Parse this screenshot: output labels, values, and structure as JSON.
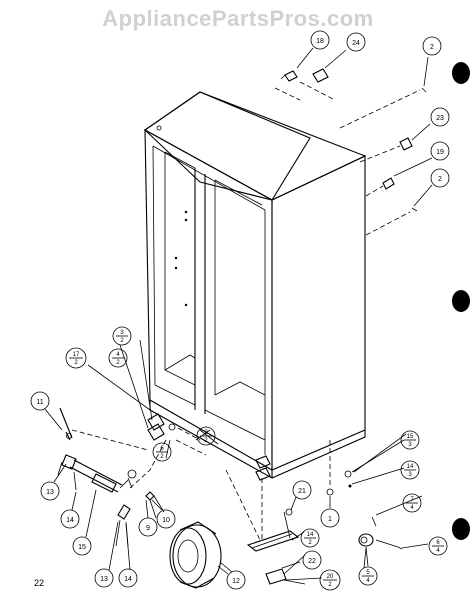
{
  "watermark": "AppliancePartsPros.com",
  "page_number": "22",
  "callouts": [
    {
      "id": "c18",
      "top": "18",
      "bottom": ""
    },
    {
      "id": "c24",
      "top": "24",
      "bottom": ""
    },
    {
      "id": "c2a",
      "top": "2",
      "bottom": ""
    },
    {
      "id": "c23",
      "top": "23",
      "bottom": ""
    },
    {
      "id": "c19",
      "top": "19",
      "bottom": ""
    },
    {
      "id": "c2b",
      "top": "2",
      "bottom": ""
    },
    {
      "id": "c3_2",
      "top": "3",
      "bottom": "2"
    },
    {
      "id": "c4_2",
      "top": "4",
      "bottom": "2"
    },
    {
      "id": "c17_2",
      "top": "17",
      "bottom": "2"
    },
    {
      "id": "c11",
      "top": "11",
      "bottom": ""
    },
    {
      "id": "c6_2",
      "top": "6",
      "bottom": "2"
    },
    {
      "id": "c2_2",
      "top": "2",
      "bottom": "2"
    },
    {
      "id": "c13a",
      "top": "13",
      "bottom": ""
    },
    {
      "id": "c14a",
      "top": "14",
      "bottom": ""
    },
    {
      "id": "c15",
      "top": "15",
      "bottom": ""
    },
    {
      "id": "c9",
      "top": "9",
      "bottom": ""
    },
    {
      "id": "c10",
      "top": "10",
      "bottom": ""
    },
    {
      "id": "c13b",
      "top": "13",
      "bottom": ""
    },
    {
      "id": "c14b",
      "top": "14",
      "bottom": ""
    },
    {
      "id": "c12",
      "top": "12",
      "bottom": ""
    },
    {
      "id": "c21",
      "top": "21",
      "bottom": ""
    },
    {
      "id": "c1",
      "top": "1",
      "bottom": ""
    },
    {
      "id": "c15_3",
      "top": "15",
      "bottom": "3"
    },
    {
      "id": "c14_3",
      "top": "14",
      "bottom": "3"
    },
    {
      "id": "c7_4",
      "top": "7",
      "bottom": "4"
    },
    {
      "id": "c14_2",
      "top": "14",
      "bottom": "2"
    },
    {
      "id": "c22",
      "top": "22",
      "bottom": ""
    },
    {
      "id": "c20_2",
      "top": "20",
      "bottom": "2"
    },
    {
      "id": "c6_4",
      "top": "6",
      "bottom": "4"
    },
    {
      "id": "c5_4",
      "top": "5",
      "bottom": "4"
    }
  ]
}
